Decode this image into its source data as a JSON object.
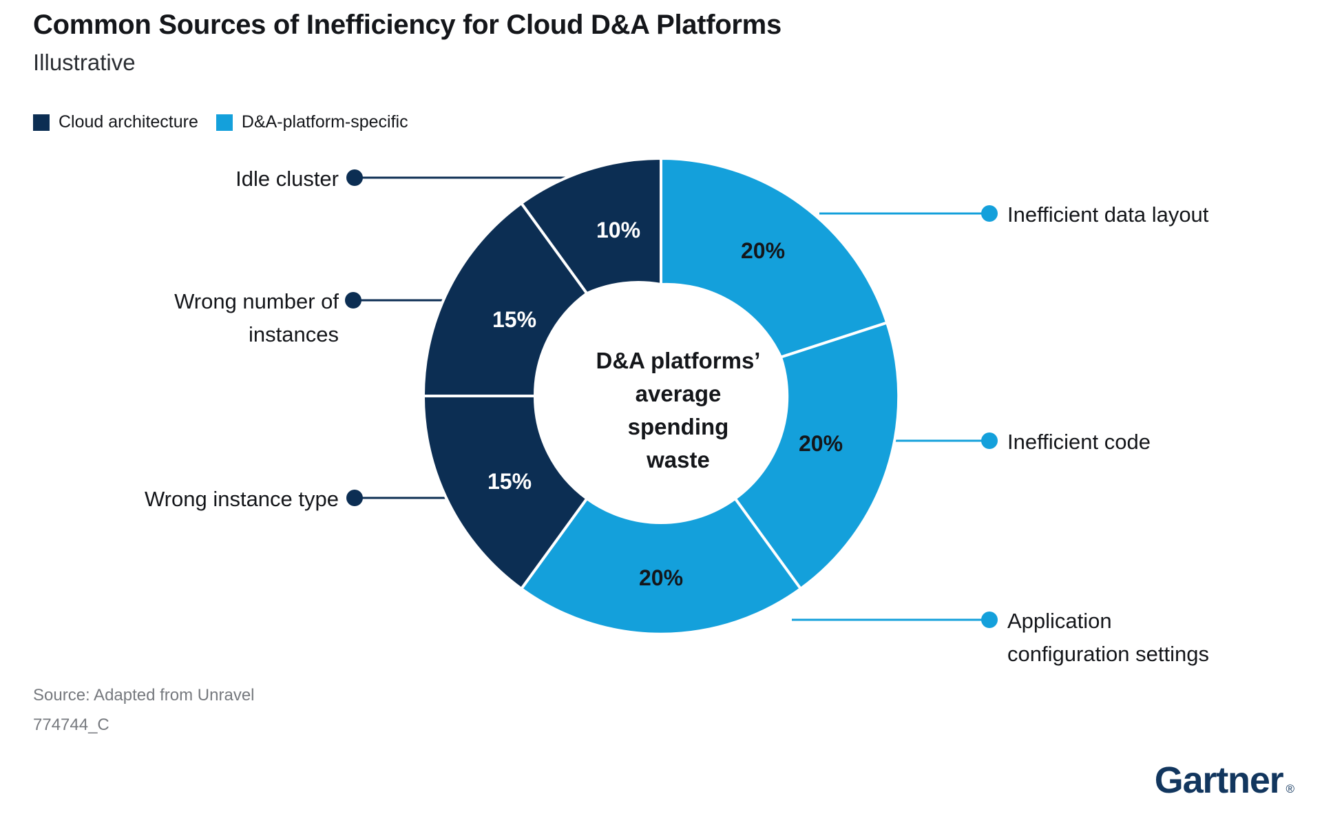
{
  "header": {
    "title": "Common Sources of Inefficiency for Cloud D&A Platforms",
    "subtitle": "Illustrative"
  },
  "legend": {
    "items": [
      {
        "label": "Cloud architecture",
        "color": "#0c2e53"
      },
      {
        "label": "D&A-platform-specific",
        "color": "#14a0db"
      }
    ]
  },
  "center": {
    "line1": "D&A platforms’",
    "line2": "average",
    "line3": "spending",
    "line4": "waste"
  },
  "footer": {
    "source": "Source: Adapted from Unravel",
    "figure_id": "774744_C",
    "brand": "Gartner",
    "brand_mark": "®"
  },
  "chart_data": {
    "type": "pie",
    "variant": "donut",
    "title": "Common Sources of Inefficiency for Cloud D&A Platforms",
    "subtitle": "Illustrative",
    "center_label": "D&A platforms’ average spending waste",
    "unit": "percent",
    "total": 100,
    "start_angle_deg": 0,
    "direction": "clockwise",
    "legend_position": "top-left",
    "categories": [
      "Inefficient data layout",
      "Inefficient code",
      "Application configuration settings",
      "Wrong instance type",
      "Wrong number of instances",
      "Idle cluster"
    ],
    "values": [
      20,
      20,
      20,
      15,
      15,
      10
    ],
    "value_labels": [
      "20%",
      "20%",
      "20%",
      "15%",
      "15%",
      "10%"
    ],
    "groups": [
      "D&A-platform-specific",
      "D&A-platform-specific",
      "D&A-platform-specific",
      "Cloud architecture",
      "Cloud architecture",
      "Cloud architecture"
    ],
    "colors": [
      "#14a0db",
      "#14a0db",
      "#14a0db",
      "#0c2e53",
      "#0c2e53",
      "#0c2e53"
    ],
    "slices": [
      {
        "label": "Inefficient data layout",
        "value": 20,
        "value_label": "20%",
        "color": "#14a0db",
        "group": "D&A-platform-specific",
        "label_side": "right",
        "label_lines": [
          "Inefficient data layout"
        ]
      },
      {
        "label": "Inefficient code",
        "value": 20,
        "value_label": "20%",
        "color": "#14a0db",
        "group": "D&A-platform-specific",
        "label_side": "right",
        "label_lines": [
          "Inefficient code"
        ]
      },
      {
        "label": "Application configuration settings",
        "value": 20,
        "value_label": "20%",
        "color": "#14a0db",
        "group": "D&A-platform-specific",
        "label_side": "right",
        "label_lines": [
          "Application",
          "configuration settings"
        ]
      },
      {
        "label": "Wrong instance type",
        "value": 15,
        "value_label": "15%",
        "color": "#0c2e53",
        "group": "Cloud architecture",
        "label_side": "left",
        "label_lines": [
          "Wrong instance type"
        ]
      },
      {
        "label": "Wrong number of instances",
        "value": 15,
        "value_label": "15%",
        "color": "#0c2e53",
        "group": "Cloud architecture",
        "label_side": "left",
        "label_lines": [
          "Wrong number of",
          "instances"
        ]
      },
      {
        "label": "Idle cluster",
        "value": 10,
        "value_label": "10%",
        "color": "#0c2e53",
        "group": "Cloud architecture",
        "label_side": "left",
        "label_lines": [
          "Idle cluster"
        ]
      }
    ]
  }
}
